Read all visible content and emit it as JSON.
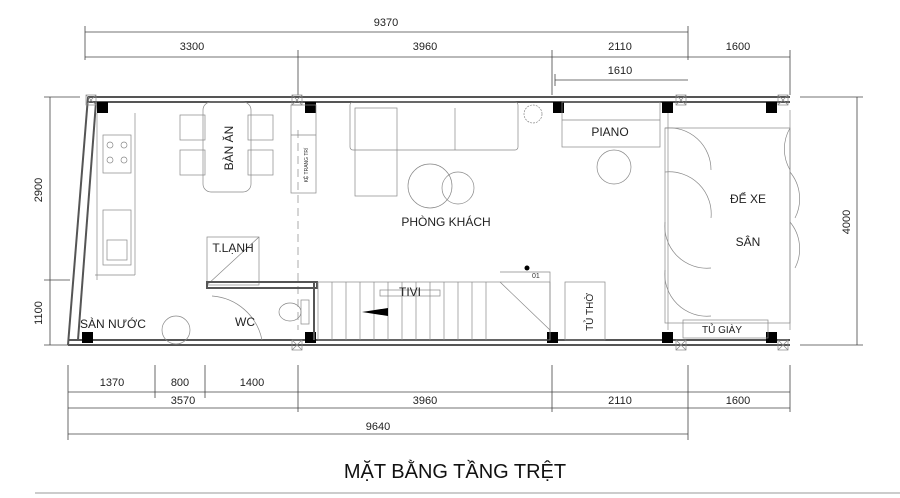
{
  "title": "MẶT BẰNG TẦNG TRỆT",
  "dimensions": {
    "top_total": "9370",
    "top": [
      "3300",
      "3960",
      "2110",
      "1600"
    ],
    "top_sub": "1610",
    "left": [
      "2900",
      "1100"
    ],
    "right": "4000",
    "bottom_row1": [
      "1370",
      "800",
      "1400"
    ],
    "bottom_row2": [
      "3570",
      "3960",
      "2110",
      "1600"
    ],
    "bottom_total": "9640"
  },
  "rooms": {
    "dining": "BÀN ĂN",
    "shelf": "KỆ TRANG TRÍ",
    "living": "PHÒNG KHÁCH",
    "piano": "PIANO",
    "parking": "ĐỂ XE",
    "yard": "SÂN",
    "fridge": "T.LẠNH",
    "tv": "TIVI",
    "stair_mark": "01",
    "altar": "TỦ THỜ",
    "wc": "WC",
    "laundry": "SÀN NƯỚC",
    "shoe_cabinet": "TỦ GIÀY"
  }
}
